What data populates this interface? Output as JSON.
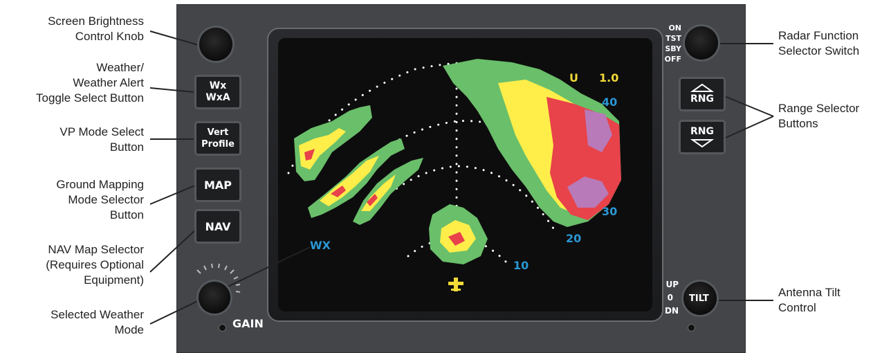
{
  "callouts": {
    "brightness": [
      "Screen Brightness",
      "Control Knob"
    ],
    "wx_toggle": [
      "Weather/",
      "Weather Alert",
      "Toggle Select Button"
    ],
    "vp_mode": [
      "VP Mode Select",
      "Button"
    ],
    "ground_map": [
      "Ground Mapping",
      "Mode Selector",
      "Button"
    ],
    "nav_map": [
      "NAV Map Selector",
      "(Requires Optional",
      "Equipment)"
    ],
    "selected_wx": [
      "Selected Weather",
      "Mode"
    ],
    "radar_function": [
      "Radar Function",
      "Selector Switch"
    ],
    "range_select": [
      "Range Selector",
      "Buttons"
    ],
    "tilt": [
      "Antenna Tilt",
      "Control"
    ]
  },
  "buttons": {
    "wx": [
      "Wx",
      "WxA"
    ],
    "vert": [
      "Vert",
      "Profile"
    ],
    "map": "MAP",
    "nav": "NAV",
    "rng": "RNG",
    "tilt": "TILT"
  },
  "knob_labels": {
    "gain": "GAIN",
    "func_on": "ON",
    "func_tst": "TST",
    "func_sby": "SBY",
    "func_off": "OFF",
    "tilt_up": "UP",
    "tilt_zero": "0",
    "tilt_dn": "DN"
  },
  "display": {
    "mode": "WX",
    "tilt_mode": "U",
    "tilt_angle": "1.0",
    "range_40": "40",
    "range_30": "30",
    "range_20": "20",
    "range_10": "10"
  },
  "colors": {
    "bezel": "#434549",
    "screen": "#0d0d0d",
    "wx_green": "#6abf6a",
    "wx_yellow": "#ffee4a",
    "wx_red": "#e8424a",
    "wx_magenta": "#b87ab8",
    "range_label": "#2a97d4",
    "tilt_label": "#f2da38"
  }
}
